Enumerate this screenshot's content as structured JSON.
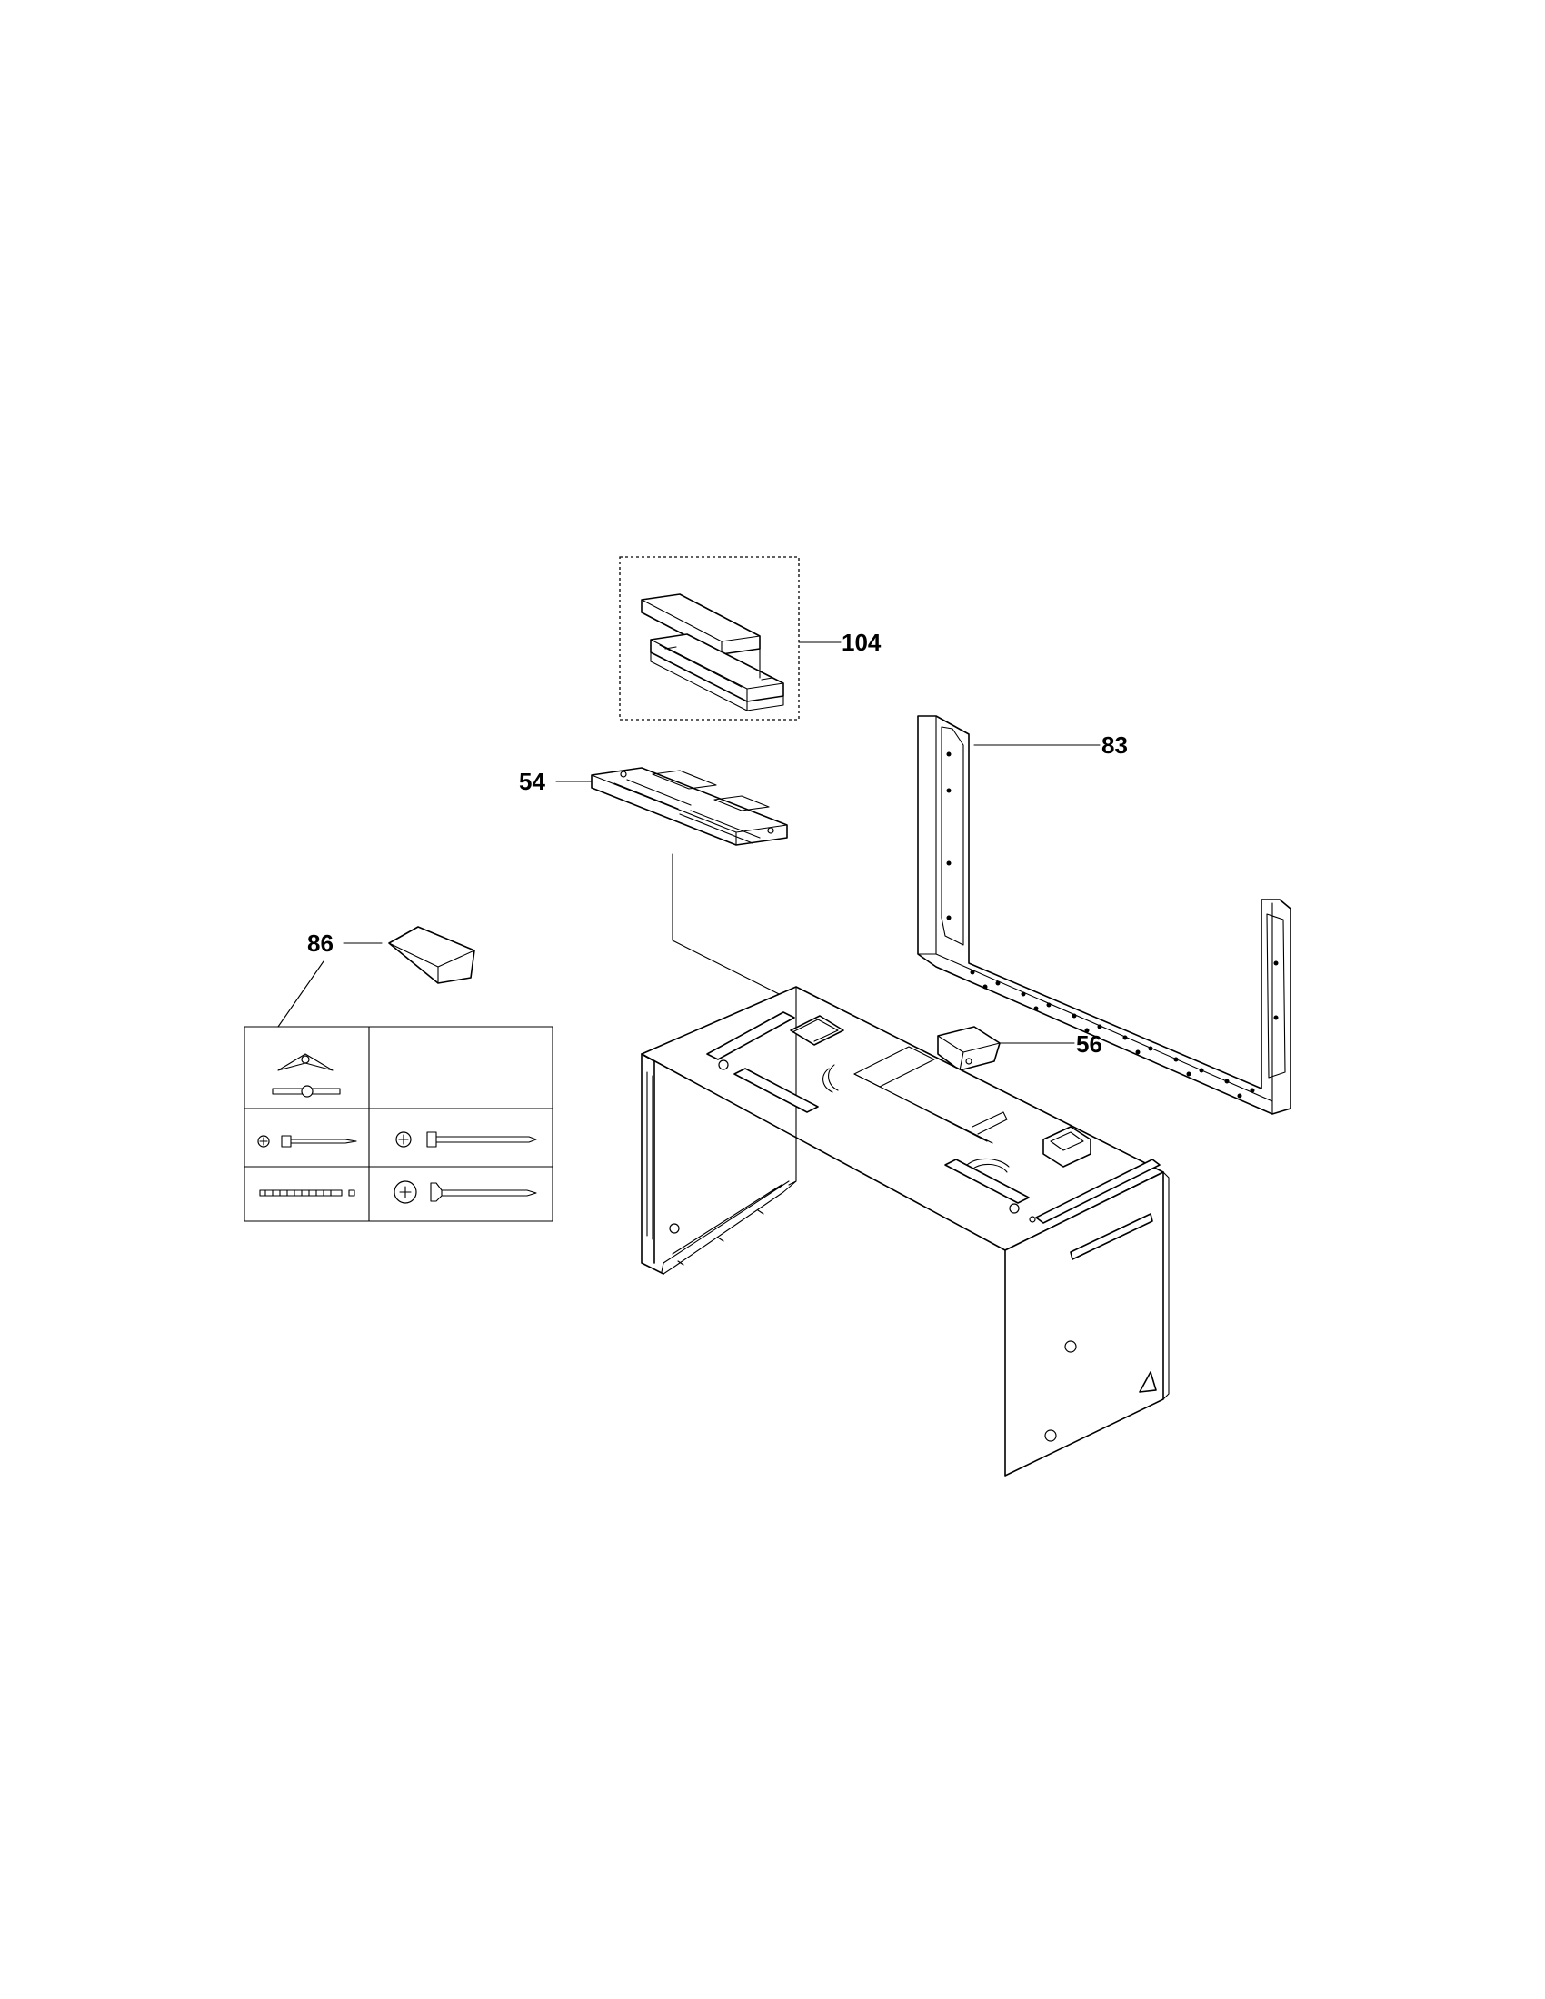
{
  "callouts": {
    "part_104": "104",
    "part_83": "83",
    "part_54": "54",
    "part_86": "86",
    "part_56": "56"
  }
}
